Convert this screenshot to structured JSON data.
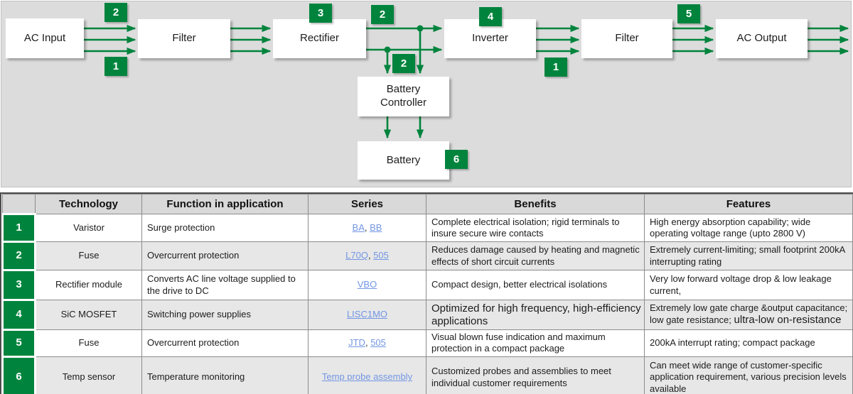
{
  "diagram": {
    "green": "#00843d",
    "background": "#dcdcdc",
    "boxes": {
      "ac_input": "AC Input",
      "filter1": "Filter",
      "rectifier": "Rectifier",
      "inverter": "Inverter",
      "filter2": "Filter",
      "ac_output": "AC Output",
      "battery_controller": "Battery Controller",
      "battery": "Battery"
    },
    "badges": {
      "input_fuse": "2",
      "input_varistor": "1",
      "rectifier_num": "3",
      "dc_fuse": "2",
      "battery_fuse": "2",
      "inverter_num": "4",
      "output_varistor": "1",
      "output_fuse": "5",
      "temp_sensor": "6"
    }
  },
  "table": {
    "headers": [
      "Technology",
      "Function in application",
      "Series",
      "Benefits",
      "Features"
    ],
    "series_separator": ", ",
    "rows": [
      {
        "num": "1",
        "technology": "Varistor",
        "function": "Surge protection",
        "series": [
          "BA",
          "BB"
        ],
        "benefits": "Complete electrical isolation; rigid terminals to insure secure wire contacts",
        "features": "High energy absorption capability; wide operating voltage range (upto 2800 V)"
      },
      {
        "num": "2",
        "technology": "Fuse",
        "function": "Overcurrent protection",
        "series": [
          "L70Q",
          "505"
        ],
        "benefits": "Reduces damage caused by heating and magnetic effects of short circuit currents",
        "features": "Extremely current-limiting; small footprint 200kA interrupting rating"
      },
      {
        "num": "3",
        "technology": "Rectifier module",
        "function": "Converts AC line voltage supplied to the drive to DC",
        "series": [
          "VBO"
        ],
        "benefits": "Compact design, better electrical isolations",
        "features": "Very low forward voltage drop & low leakage current,"
      },
      {
        "num": "4",
        "technology": "SiC MOSFET",
        "function": "Switching power supplies",
        "series": [
          "LISC1MO"
        ],
        "benefits": "Optimized for high frequency, high-efficiency applications",
        "features_parts": [
          "Extremely low gate charge &output capacitance; low gate resistance; ",
          "ultra-low on-resistance"
        ]
      },
      {
        "num": "5",
        "technology": "Fuse",
        "function": "Overcurrent protection",
        "series": [
          "JTD",
          "505"
        ],
        "benefits": "Visual blown fuse indication and maximum protection in a compact package",
        "features": "200kA interrupt rating; compact package"
      },
      {
        "num": "6",
        "technology": "Temp sensor",
        "function": "Temperature monitoring",
        "series": [
          "Temp probe assembly"
        ],
        "benefits": "Customized probes and assemblies to meet individual customer requirements",
        "features": "Can meet wide range of customer-specific application requirement, various precision levels available"
      }
    ]
  }
}
